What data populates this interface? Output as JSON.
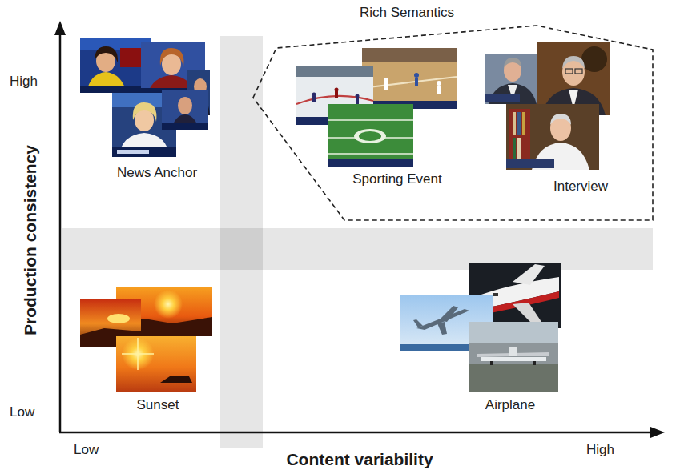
{
  "diagram": {
    "nodes": [
      {
        "text": [
          "News Anchor"
        ]
      },
      {
        "text": [
          "Rich Semantics"
        ]
      },
      {
        "text": [
          "Sporting Event"
        ],
        "in": 1
      },
      {
        "text": [
          "Interview"
        ],
        "in": 1
      },
      {
        "text": [
          "Sunset"
        ]
      },
      {
        "text": [
          "Airplane"
        ]
      }
    ],
    "labels": [
      "High",
      "Low",
      "Production consistency",
      "Low",
      "High",
      "Content variability"
    ]
  }
}
